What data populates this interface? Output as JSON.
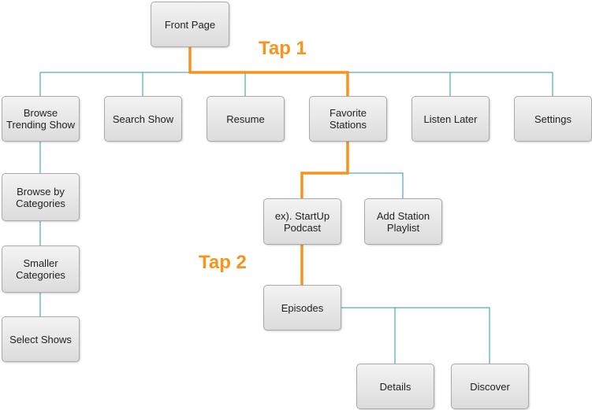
{
  "nodes": {
    "front_page": "Front Page",
    "browse_trending": "Browse\nTrending Show",
    "search_show": "Search Show",
    "resume": "Resume",
    "favorite_stations": "Favorite\nStations",
    "listen_later": "Listen Later",
    "settings": "Settings",
    "browse_categories": "Browse by\nCategories",
    "smaller_categories": "Smaller\nCategories",
    "select_shows": "Select Shows",
    "startup_podcast": "ex). StartUp\nPodcast",
    "add_station_playlist": "Add Station\nPlaylist",
    "episodes": "Episodes",
    "details": "Details",
    "discover": "Discover"
  },
  "annotations": {
    "tap1": "Tap 1",
    "tap2": "Tap 2"
  },
  "colors": {
    "connector": "#2a9aa6",
    "highlight_path": "#f7941d"
  }
}
